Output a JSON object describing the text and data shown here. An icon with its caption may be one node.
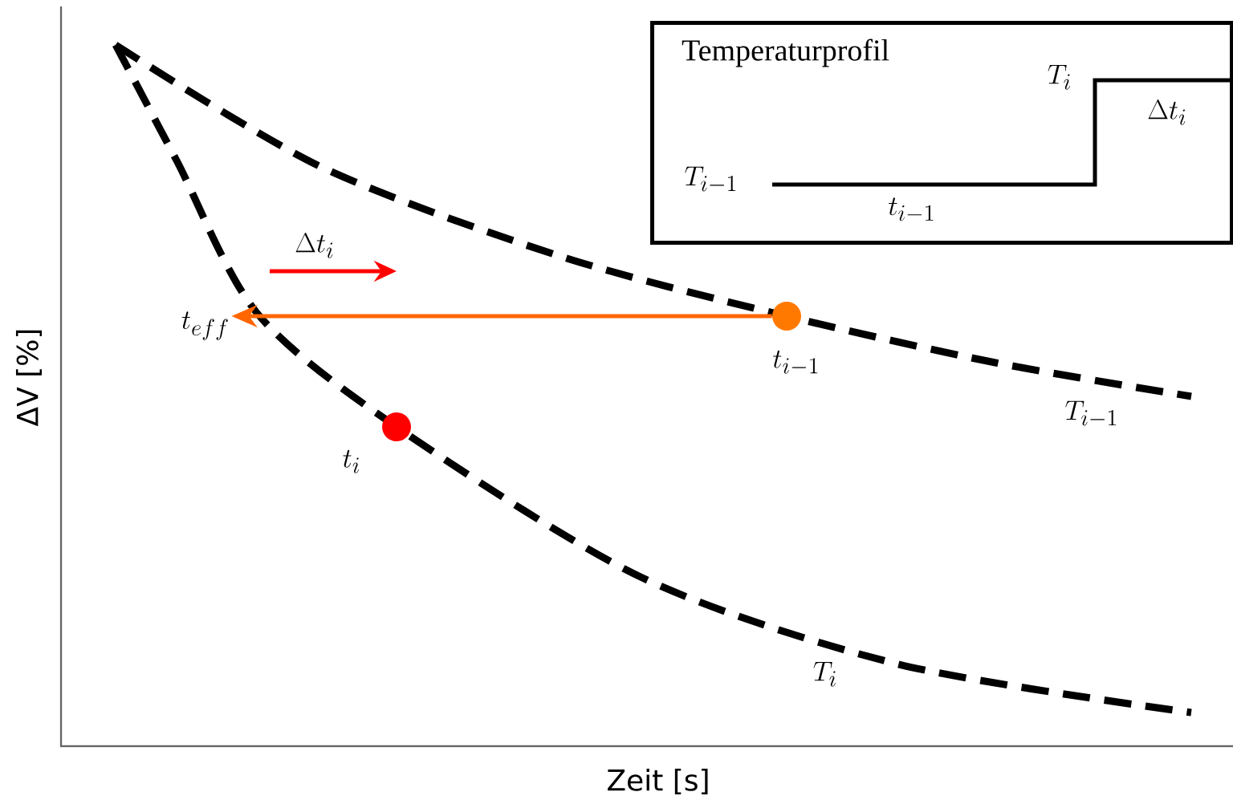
{
  "diagram": {
    "nodes": [
      {
        "text": [
          "Temperaturprofil"
        ]
      },
      {
        "text": [
          "t_{eff}"
        ]
      },
      {
        "text": [],
        "shape": "circle",
        "beside": [
          "t_{i-1}"
        ]
      },
      {
        "text": [],
        "shape": "circle",
        "beside": [
          "t_i"
        ]
      }
    ],
    "edges": [
      {
        "from": 2,
        "to": 1,
        "arrow": "to",
        "color": "#ff6600"
      }
    ],
    "labels": [
      "T_i",
      "\\Delta t_i",
      "T_{i-1}",
      "t_{i-1}",
      "\\Delta t_i",
      "T_{i-1}",
      "T_i",
      "ΔV [%]",
      "Zeit [s]"
    ]
  }
}
